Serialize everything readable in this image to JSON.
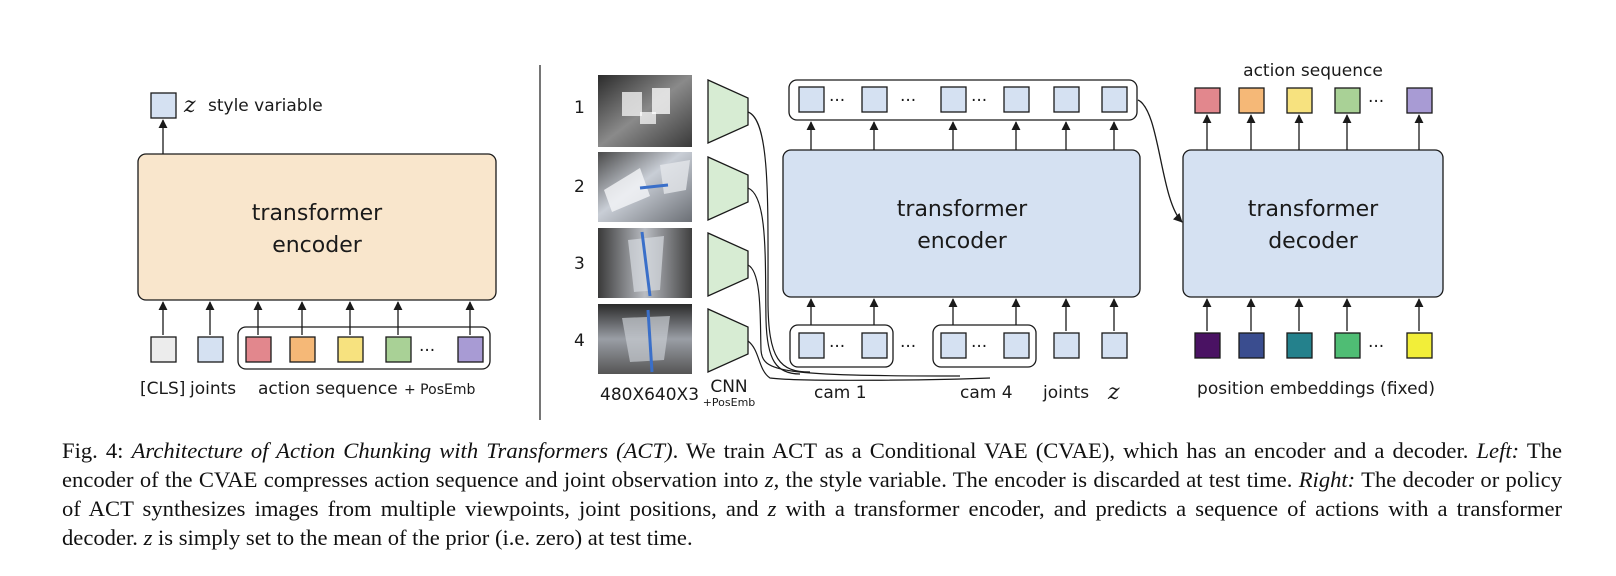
{
  "figure": {
    "left": {
      "z_symbol": "z",
      "z_label": "style variable",
      "encoder_line1": "transformer",
      "encoder_line2": "encoder",
      "cls_label": "[CLS]",
      "joints_label": "joints",
      "action_label": "action sequence",
      "posemb_label": "+ PosEmb",
      "ellipsis": "···"
    },
    "right": {
      "cam_numbers": [
        "1",
        "2",
        "3",
        "4"
      ],
      "image_size_label": "480X640X3",
      "cnn_label": "CNN",
      "cnn_posemb_label": "+PosEmb",
      "encoder_line1": "transformer",
      "encoder_line2": "encoder",
      "decoder_line1": "transformer",
      "decoder_line2": "decoder",
      "cam1_label": "cam 1",
      "cam4_label": "cam 4",
      "joints_label": "joints",
      "z_symbol": "z",
      "action_label": "action sequence",
      "pos_emb_label": "position embeddings (fixed)",
      "ellipsis": "···"
    },
    "colors": {
      "encoder_left_fill": "#f9e6cc",
      "blue_fill": "#d5e1f2",
      "cnn_fill": "#d7ecd3",
      "cls_fill": "#ececec",
      "action_colors": [
        "#e2878d",
        "#f5b877",
        "#f7e27f",
        "#a9d196",
        "#a89bd4"
      ],
      "posemb_colors": [
        "#4a1263",
        "#3a4d8f",
        "#24818c",
        "#4fbd74",
        "#f2ee39"
      ]
    }
  },
  "caption": {
    "fig_label": "Fig. 4:",
    "title": "Architecture of Action Chunking with Transformers (ACT)",
    "s1": ". We train ACT as a Conditional VAE (CVAE), which has an encoder and a decoder.",
    "left_label": "Left:",
    "s2a": "The encoder of the CVAE compresses action sequence and joint observation into",
    "z": "z",
    "s2b": ", the style variable. The encoder is discarded at test time.",
    "right_label": "Right:",
    "s3a": "The decoder or policy of ACT synthesizes images from multiple viewpoints, joint positions, and",
    "s3b": "with a transformer encoder, and predicts a sequence of actions with a transformer decoder.",
    "s4": "is simply set to the mean of the prior (i.e. zero) at test time."
  }
}
